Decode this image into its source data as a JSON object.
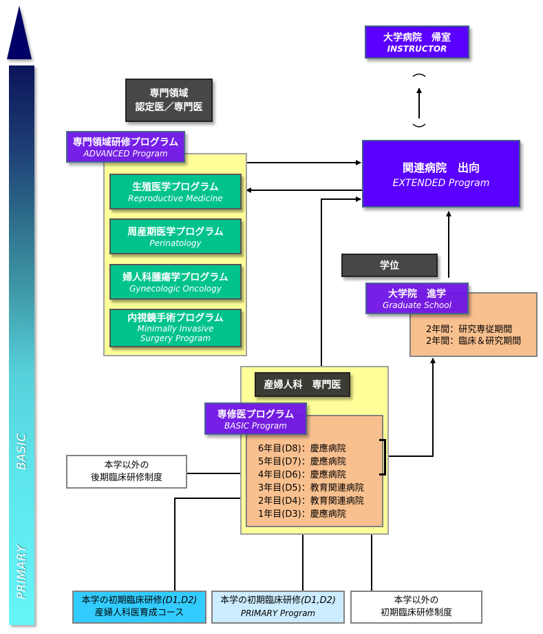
{
  "level_axis": {
    "labels": {
      "basic": "BASIC",
      "primary": "PRIMARY"
    },
    "icon": "up-arrow-icon"
  },
  "instructor": {
    "jp": "大学病院　帰室",
    "en": "INSTRUCTOR"
  },
  "specialist_cert": {
    "line1": "専門領域",
    "line2": "認定医／専門医"
  },
  "advanced": {
    "jp": "専門領域研修プログラム",
    "en": "ADVANCED Program"
  },
  "programs": [
    {
      "jp": "生殖医学プログラム",
      "en": "Reproductive Medicine"
    },
    {
      "jp": "周産期医学プログラム",
      "en": "Perinatology"
    },
    {
      "jp": "婦人科腫瘍学プログラム",
      "en": "Gynecologic Oncology"
    },
    {
      "jp": "内視鏡手術プログラム",
      "en": "Minimally Invasive",
      "en2": "Surgery Program"
    }
  ],
  "extended": {
    "jp": "関連病院　出向",
    "en": "EXTENDED Program"
  },
  "degree": {
    "label": "学位"
  },
  "graduate": {
    "jp": "大学院　進学",
    "en": "Graduate School",
    "lines": [
      "2年間：研究専従期間",
      "2年間：臨床＆研究期間"
    ]
  },
  "obgyn_specialist": {
    "label": "産婦人科　専門医"
  },
  "basic": {
    "jp": "専修医プログラム",
    "en": "BASIC Program",
    "years": [
      "6年目(D8)：慶應病院",
      "5年目(D7)：慶應病院",
      "4年目(D6)：慶應病院",
      "3年目(D5)：教育関連病院",
      "2年目(D4)：教育関連病院",
      "1年目(D3)：慶應病院"
    ]
  },
  "external_late": {
    "line1": "本学以外の",
    "line2": "後期臨床研修制度"
  },
  "bottom": [
    {
      "line1_jp": "本学の初期臨床研修",
      "line1_en": "(D1,D2)",
      "line2": "産婦人科医育成コース"
    },
    {
      "line1_jp": "本学の初期臨床研修",
      "line1_en": "(D1,D2)",
      "line2": "PRIMARY Program"
    },
    {
      "line1_jp": "本学以外の",
      "line1_en": "",
      "line2": "初期臨床研修制度"
    }
  ]
}
